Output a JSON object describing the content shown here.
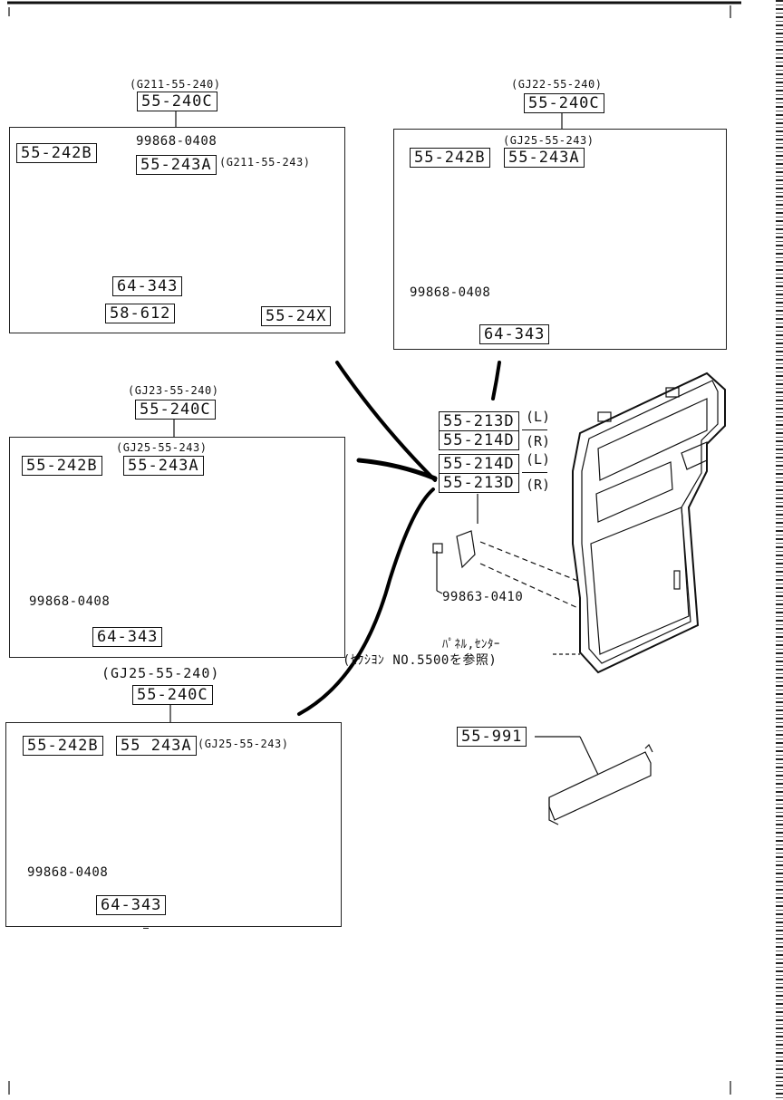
{
  "title": "",
  "box_a": {
    "ref_code": "(G211-55-240)",
    "assembly": "55-240C",
    "part_242": "55-242B",
    "part_243": "55-243A",
    "part_243_ref": "(G211-55-243)",
    "screw": "99868-0408",
    "clip": "64-343",
    "part_612": "58-612",
    "part_24x": "55-24X"
  },
  "box_b": {
    "ref_code": "(GJ22-55-240)",
    "assembly": "55-240C",
    "part_243_ref": "(GJ25-55-243)",
    "part_242": "55-242B",
    "part_243": "55-243A",
    "screw": "99868-0408",
    "clip": "64-343"
  },
  "box_c": {
    "ref_code": "(GJ23-55-240)",
    "assembly": "55-240C",
    "part_243_ref": "(GJ25-55-243)",
    "part_242": "55-242B",
    "part_243": "55-243A",
    "screw": "99868-0408",
    "clip": "64-343"
  },
  "box_d": {
    "ref_code": "(GJ25-55-240)",
    "assembly": "55-240C",
    "part_242": "55-242B",
    "part_243": "55 243A",
    "part_243_ref": "(GJ25-55-243)",
    "screw": "99868-0408",
    "clip": "64-343"
  },
  "panel": {
    "top_213": "55-213D",
    "top_214": "55-214D",
    "top_l": "(L)",
    "top_r": "(R)",
    "bot_214": "55-214D",
    "bot_213": "55-213D",
    "bot_l": "(L)",
    "bot_r": "(R)",
    "screw": "99863-0410",
    "note_line1": "ﾊﾟﾈﾙ,ｾﾝﾀｰ",
    "note_line2": "(ｾｸｼﾖﾝ NO.5500を参照)"
  },
  "bracket": {
    "part": "55-991"
  }
}
